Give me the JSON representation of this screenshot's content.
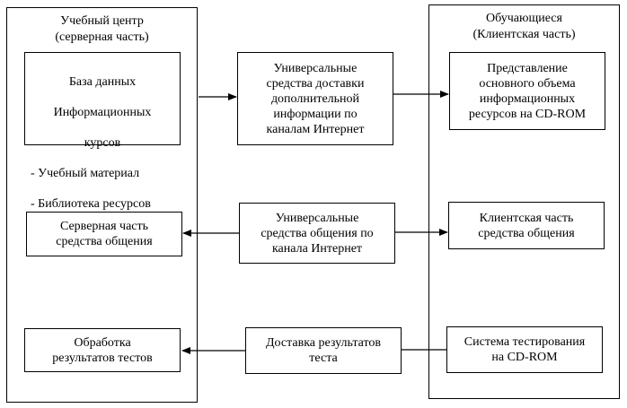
{
  "left_panel": {
    "title_line1": "Учебный центр",
    "title_line2": "(серверная часть)"
  },
  "right_panel": {
    "title_line1": "Обучающиеся",
    "title_line2": "(Клиентская часть)"
  },
  "boxes": {
    "database": {
      "line1": "База данных",
      "line2": "Информационных",
      "line3": "курсов",
      "line4": "- Учебный материал",
      "line5": "- Библиотека ресурсов"
    },
    "delivery_means": "Универсальные\nсредства доставки\nдополнительной\nинформации по\nканалам Интернет",
    "cdrom_presentation": "Представление\nосновного объема\nинформационных\nресурсов на CD-ROM",
    "server_communication": "Серверная часть\nсредства общения",
    "communication_means": "Универсальные\nсредства общения по\nканала Интернет",
    "client_communication": "Клиентская часть\nсредства общения",
    "results_processing": "Обработка\nрезультатов тестов",
    "results_delivery": "Доставка результатов\nтеста",
    "testing_system": "Система тестирования\nна CD-ROM"
  },
  "colors": {
    "line": "#000000",
    "background": "#ffffff"
  }
}
